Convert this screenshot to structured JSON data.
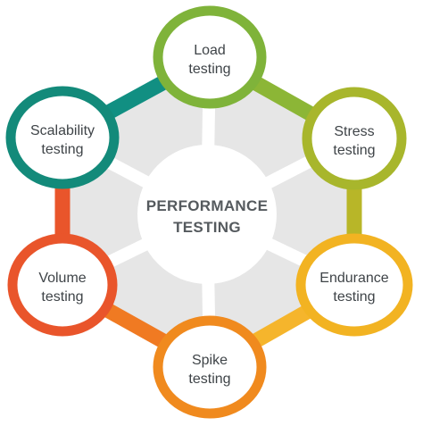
{
  "center": {
    "line1": "PERFORMANCE",
    "line2": "TESTING"
  },
  "nodes": [
    {
      "id": "load",
      "line1": "Load",
      "line2": "testing",
      "color": "#7fb33a"
    },
    {
      "id": "stress",
      "line1": "Stress",
      "line2": "testing",
      "color": "#a8b62c"
    },
    {
      "id": "endurance",
      "line1": "Endurance",
      "line2": "testing",
      "color": "#f2b322"
    },
    {
      "id": "spike",
      "line1": "Spike",
      "line2": "testing",
      "color": "#f08a1e"
    },
    {
      "id": "volume",
      "line1": "Volume",
      "line2": "testing",
      "color": "#e9552b"
    },
    {
      "id": "scalability",
      "line1": "Scalability",
      "line2": "testing",
      "color": "#138a7a"
    }
  ],
  "connectors": [
    {
      "from": "load",
      "to": "stress",
      "color": "#8cb636"
    },
    {
      "from": "stress",
      "to": "endurance",
      "color": "#b8b628"
    },
    {
      "from": "endurance",
      "to": "spike",
      "color": "#f5b52c"
    },
    {
      "from": "spike",
      "to": "volume",
      "color": "#f07a22"
    },
    {
      "from": "volume",
      "to": "scalability",
      "color": "#e9552b"
    },
    {
      "from": "scalability",
      "to": "load",
      "color": "#118f82"
    }
  ],
  "colors": {
    "hexagon_fill": "#e6e6e6",
    "spoke": "#ffffff",
    "center_fill": "#ffffff"
  }
}
